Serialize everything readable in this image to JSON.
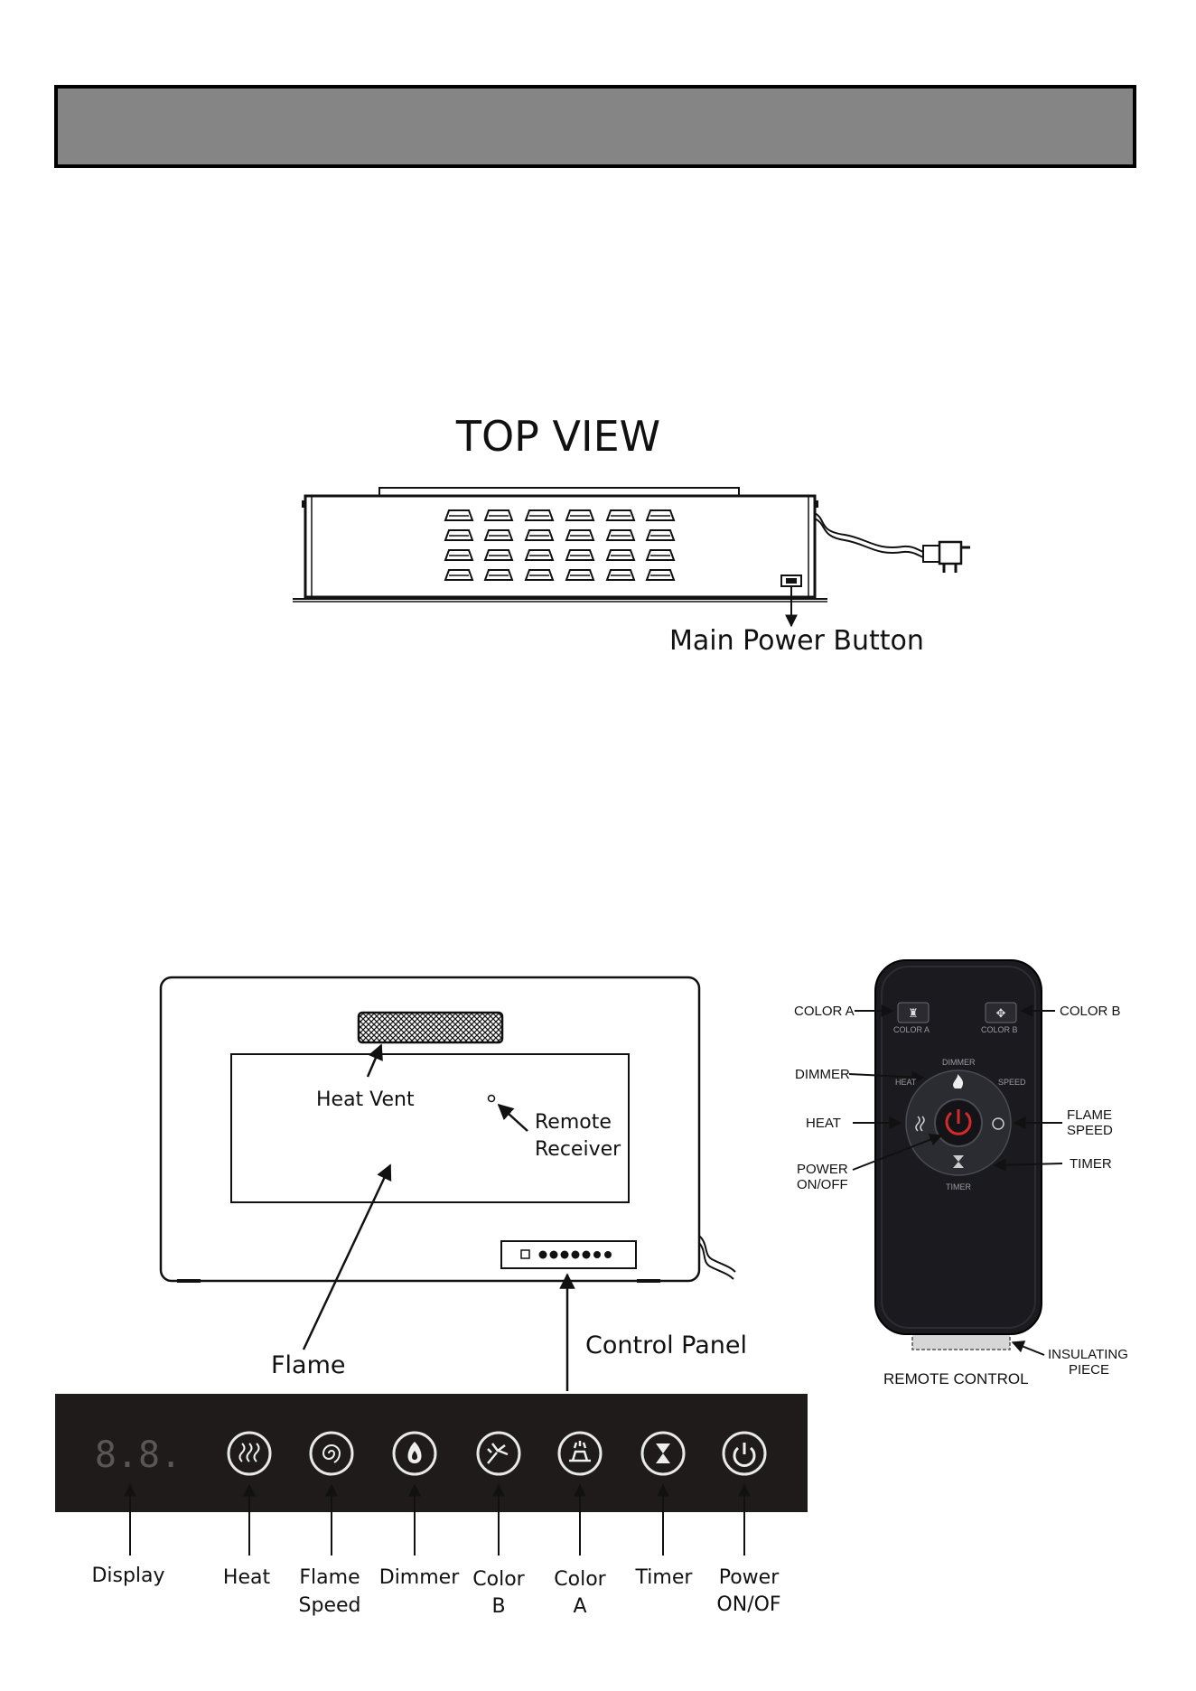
{
  "header": {
    "color": "#858585"
  },
  "top_view": {
    "title": "TOP VIEW",
    "main_power_label": "Main Power Button"
  },
  "front_view": {
    "heat_vent_label": "Heat Vent",
    "remote_receiver_label": [
      "Remote",
      "Receiver"
    ],
    "flame_label": "Flame",
    "control_panel_label": "Control Panel"
  },
  "remote": {
    "title": "REMOTE CONTROL",
    "callouts": {
      "color_a": "COLOR A",
      "color_b": "COLOR B",
      "dimmer": "DIMMER",
      "heat": "HEAT",
      "flame_speed": [
        "FLAME",
        "SPEED"
      ],
      "power": [
        "POWER",
        "ON/OFF"
      ],
      "timer": "TIMER",
      "insulating": [
        "INSULATING",
        "PIECE"
      ]
    },
    "button_text": {
      "color_a": "COLOR A",
      "color_b": "COLOR B",
      "dimmer": "DIMMER",
      "heat": "HEAT",
      "speed": "SPEED",
      "timer": "TIMER"
    },
    "body_color": "#1b1b1f",
    "power_color": "#d42a2a"
  },
  "control_panel": {
    "display_text": "8.8.",
    "panel_color": "#1e1b1a",
    "labels": {
      "display": "Display",
      "heat": "Heat",
      "flame_speed": [
        "Flame",
        "Speed"
      ],
      "dimmer": "Dimmer",
      "color_b": [
        "Color",
        "B"
      ],
      "color_a": [
        "Color",
        "A"
      ],
      "timer": "Timer",
      "power": [
        "Power",
        "ON/OF"
      ]
    }
  }
}
